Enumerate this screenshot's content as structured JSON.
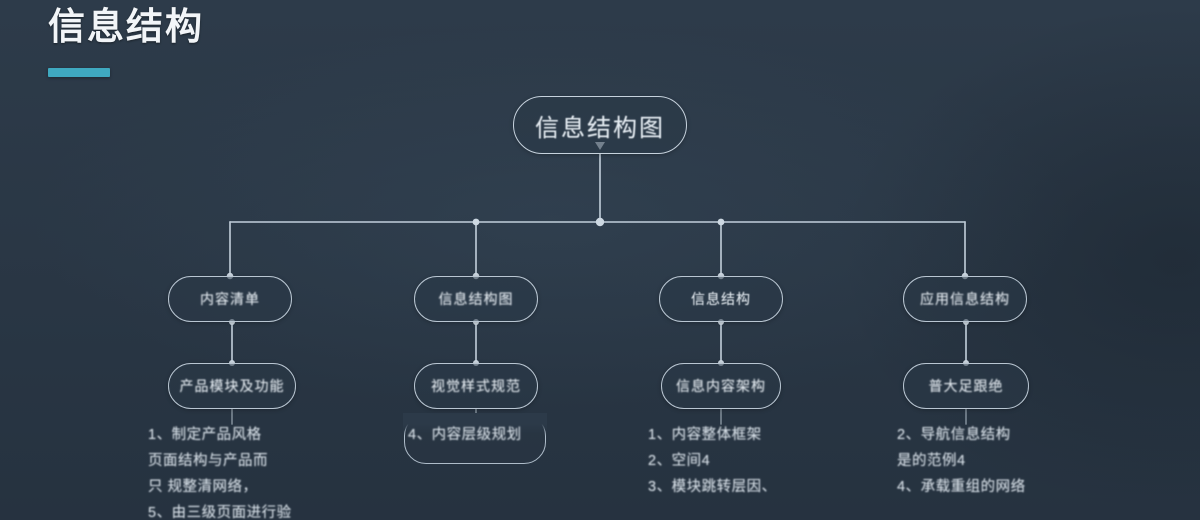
{
  "slide": {
    "title": "信息结构",
    "accent_color": "#3fa9c0",
    "background_color": "#2a3847",
    "node_border_color": "#b9c6d2"
  },
  "diagram": {
    "type": "tree",
    "root": {
      "label": "信息结构图"
    },
    "level2": [
      {
        "label": "内容清单"
      },
      {
        "label": "信息结构图"
      },
      {
        "label": "信息结构"
      },
      {
        "label": "应用信息结构"
      }
    ],
    "level3": [
      {
        "label": "产品模块及功能"
      },
      {
        "label": "视觉样式规范"
      },
      {
        "label": "信息内容架构"
      },
      {
        "label": "普大足跟绝"
      }
    ],
    "notes": [
      {
        "lines": [
          "1、制定产品风格",
          "页面结构与产品而",
          "只 规整清网络，",
          "5、由三级页面进行验"
        ]
      },
      {
        "boxed": true,
        "lines": [
          "4、内容层级规划"
        ]
      },
      {
        "lines": [
          "1、内容整体框架",
          "2、空间4",
          "3、模块跳转层因、"
        ]
      },
      {
        "lines": [
          "2、导航信息结构",
          "是的范例4",
          "4、承载重组的网络"
        ]
      }
    ]
  }
}
